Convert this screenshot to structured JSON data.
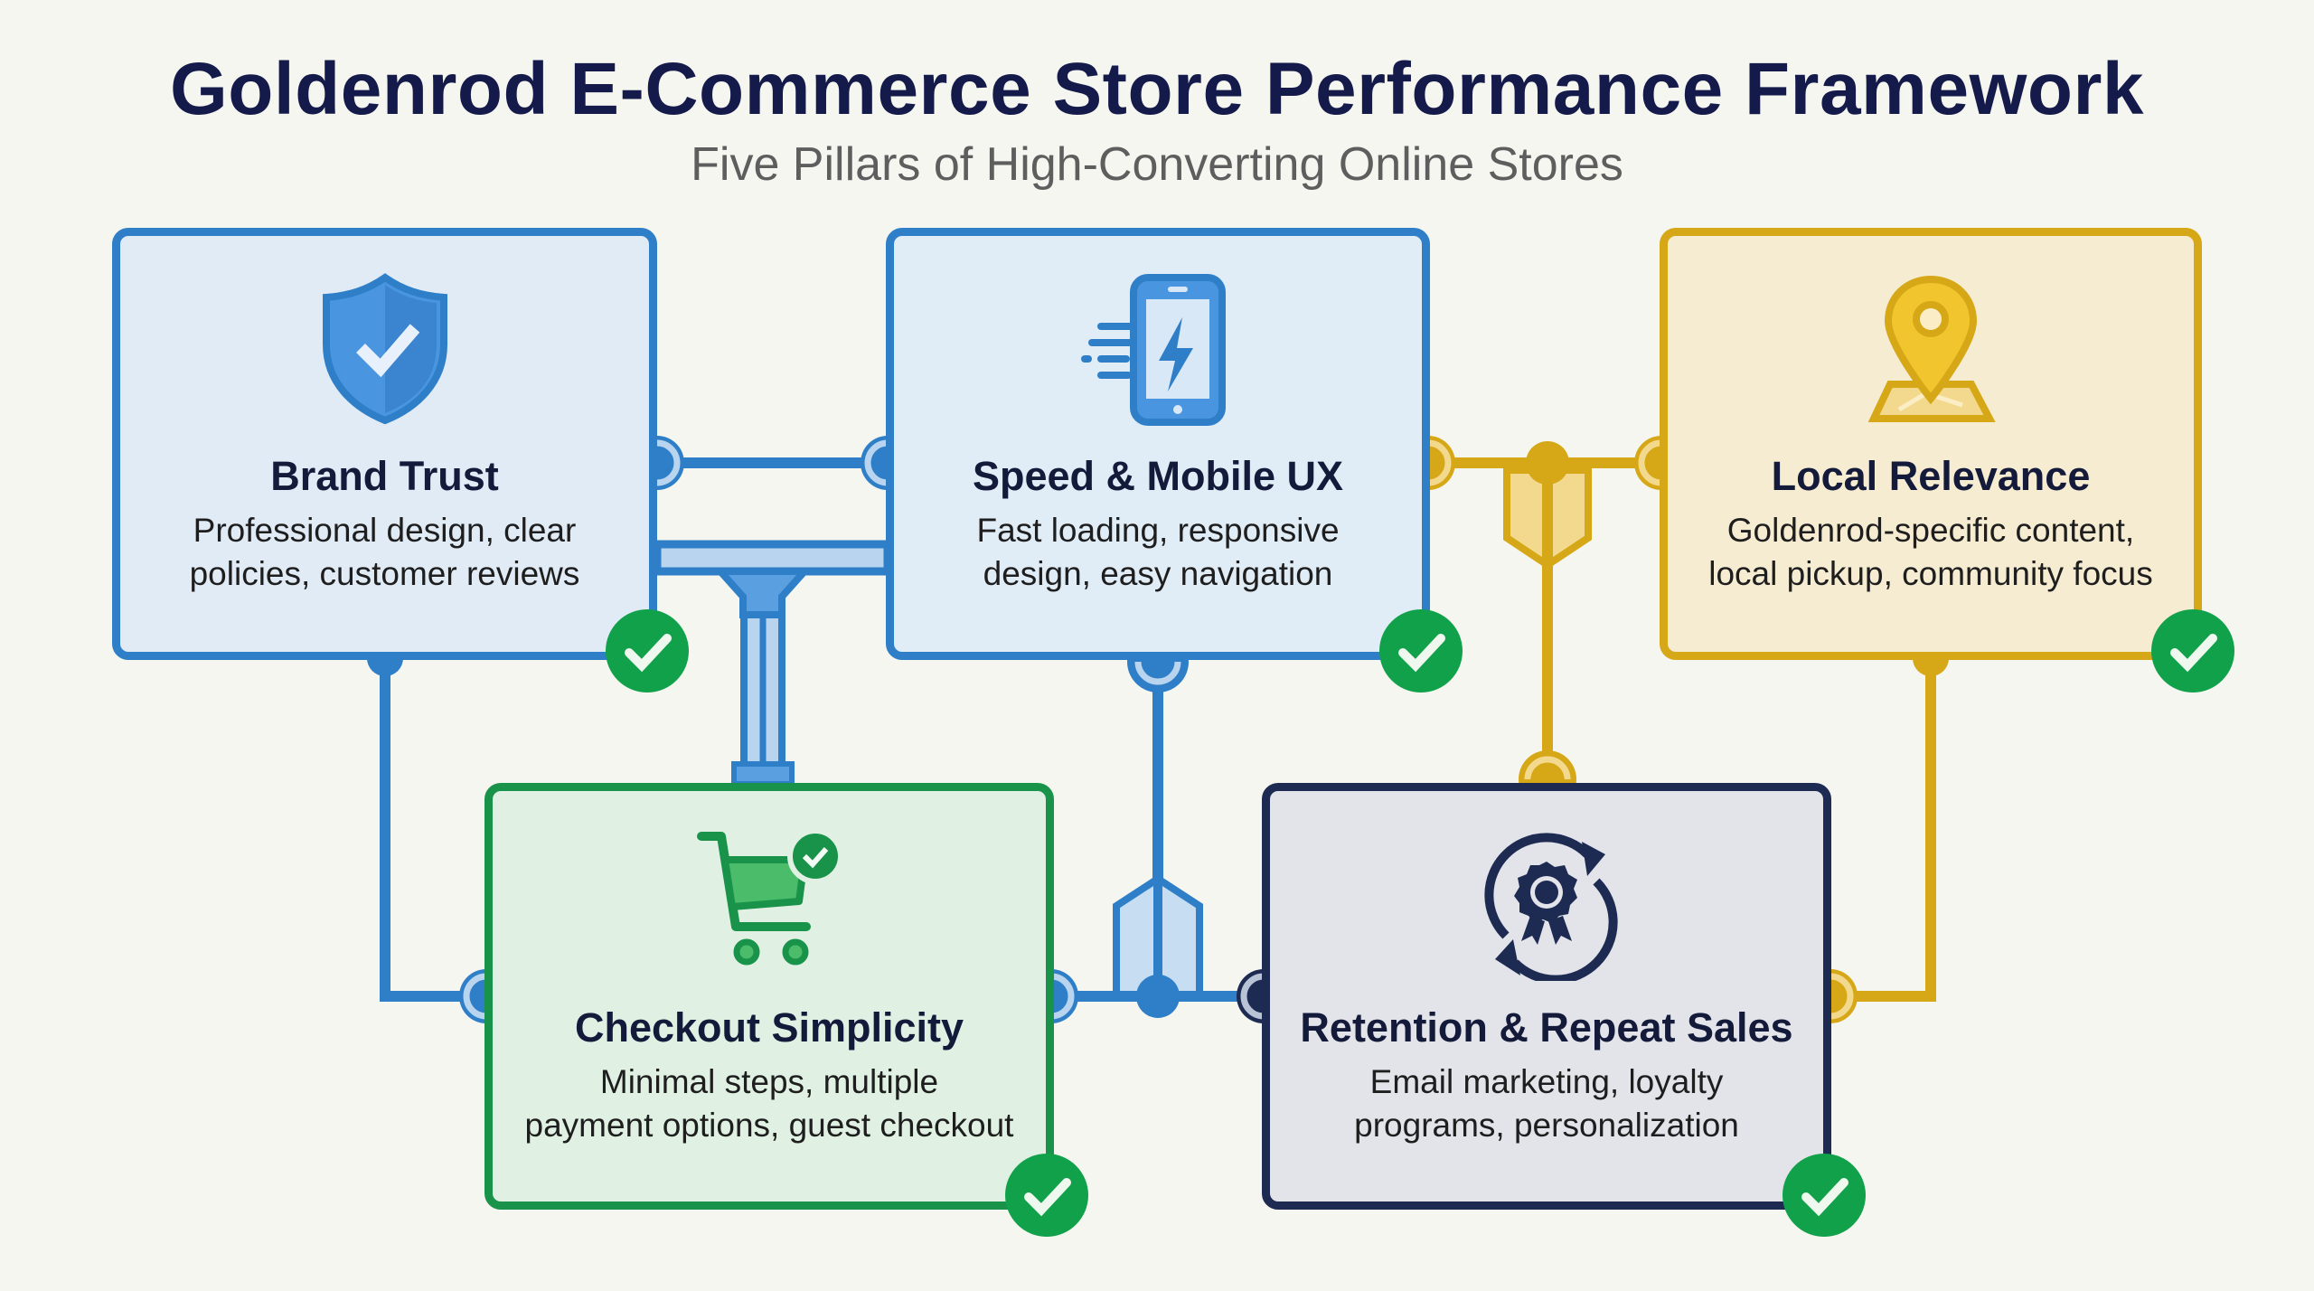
{
  "header": {
    "title": "Goldenrod E-Commerce Store Performance Framework",
    "subtitle": "Five Pillars of High-Converting Online Stores"
  },
  "colors": {
    "background": "#f5f6f0",
    "title": "#141a4a",
    "blue": "#2f7fc8",
    "blue_light": "#b9d4ee",
    "gold": "#d6a716",
    "gold_light": "#f3d98e",
    "green": "#1a934a",
    "navy": "#1d2a52",
    "check_green": "#11a14b"
  },
  "pillars": [
    {
      "id": "brand-trust",
      "icon": "shield-check-icon",
      "title": "Brand Trust",
      "desc_line1": "Professional design, clear",
      "desc_line2": "policies, customer reviews",
      "status": "complete"
    },
    {
      "id": "speed-mobile",
      "icon": "mobile-speed-icon",
      "title": "Speed & Mobile UX",
      "desc_line1": "Fast loading, responsive",
      "desc_line2": "design, easy navigation",
      "status": "complete"
    },
    {
      "id": "local-relevance",
      "icon": "map-pin-icon",
      "title": "Local Relevance",
      "desc_line1": "Goldenrod-specific content,",
      "desc_line2": "local pickup, community focus",
      "status": "complete"
    },
    {
      "id": "checkout-simplicity",
      "icon": "cart-check-icon",
      "title": "Checkout Simplicity",
      "desc_line1": "Minimal steps, multiple",
      "desc_line2": "payment options, guest checkout",
      "status": "complete"
    },
    {
      "id": "retention",
      "icon": "loyalty-badge-cycle-icon",
      "title": "Retention & Repeat Sales",
      "desc_line1": "Email marketing, loyalty",
      "desc_line2": "programs, personalization",
      "status": "complete"
    }
  ]
}
